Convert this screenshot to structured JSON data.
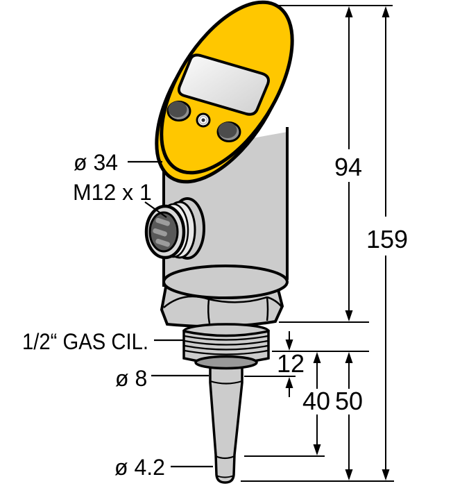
{
  "figure": {
    "kind": "technical-dimension-drawing",
    "subject": "sensor with display head, M12 connector and threaded immersion probe",
    "background": "#ffffff",
    "line_color": "#000000",
    "head_color": "#ffc700",
    "body_color": "#cccccc",
    "screen_color_top": "#fbfbfb",
    "screen_color_bottom": "#cfcfcf"
  },
  "labels": {
    "head_diameter": "ø 34",
    "connector_thread": "M12 x 1",
    "process_thread": "1/2“ GAS CIL.",
    "probe_diameter": "ø 8",
    "tip_diameter": "ø 4.2"
  },
  "dimensions": {
    "head_length": "94",
    "total_length": "159",
    "thread_step": "12",
    "probe_length": "40",
    "insertion_length": "50"
  },
  "icons": {
    "pushbuttons": "two round set-buttons",
    "led": "status-led"
  }
}
